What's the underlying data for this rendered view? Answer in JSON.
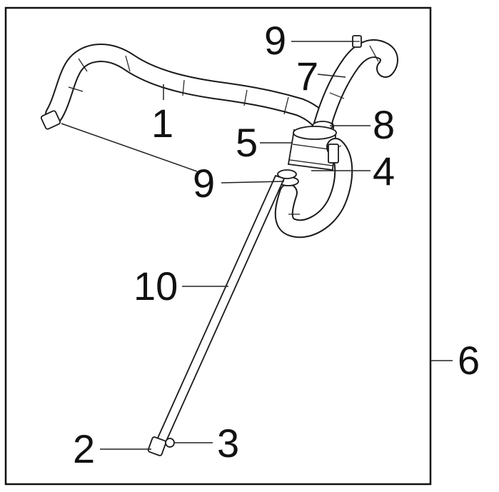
{
  "labels": {
    "part_1": "1",
    "part_2": "2",
    "part_3": "3",
    "part_4": "4",
    "part_5": "5",
    "part_6": "6",
    "part_7": "7",
    "part_8": "8",
    "part_9_top": "9",
    "part_9_mid": "9",
    "part_10": "10"
  },
  "colors": {
    "line": "#1a1a1a",
    "background": "#ffffff"
  }
}
